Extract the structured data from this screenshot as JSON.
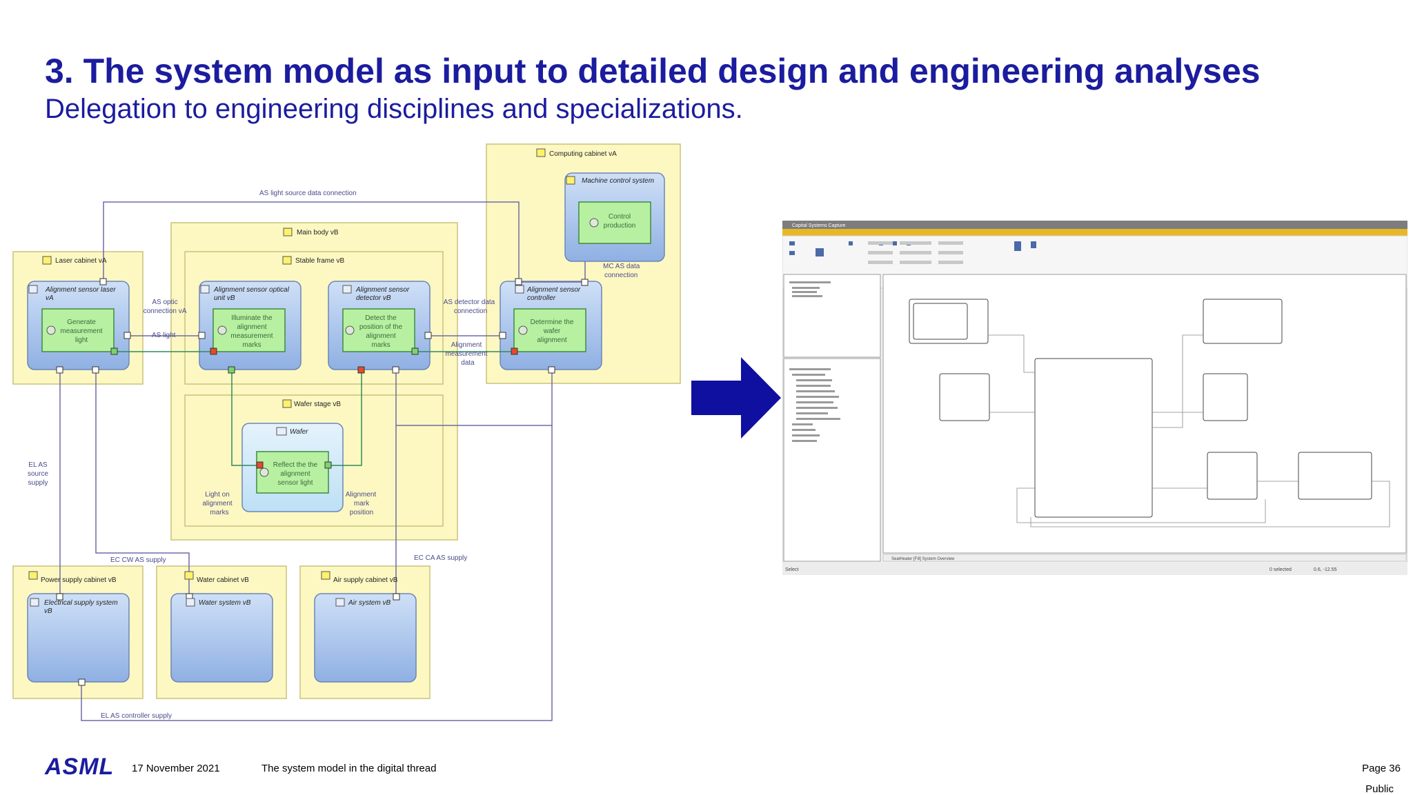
{
  "slide": {
    "title": "3. The system model as input to detailed design and engineering analyses",
    "subtitle": "Delegation to engineering disciplines and specializations."
  },
  "diagram": {
    "labels": {
      "as_light_source_data_connection": "AS light source data connection",
      "computing_cabinet": "Computing cabinet vA",
      "machine_control_system": "Machine control system",
      "control_production_1": "Control",
      "control_production_2": "production",
      "mc_as_data_1": "MC AS data",
      "mc_as_data_2": "connection",
      "main_body": "Main body vB",
      "laser_cabinet": "Laser cabinet vA",
      "stable_frame": "Stable frame vB",
      "as_laser_1": "Alignment sensor laser",
      "as_laser_2": "vA",
      "generate_1": "Generate",
      "generate_2": "measurement",
      "generate_3": "light",
      "as_optic_conn_1": "AS optic",
      "as_optic_conn_2": "connection vA",
      "as_light": "AS light",
      "as_optical_1": "Alignment sensor optical",
      "as_optical_2": "unit vB",
      "illuminate_1": "Illuminate the",
      "illuminate_2": "alignment",
      "illuminate_3": "measurement",
      "illuminate_4": "marks",
      "as_detector_1": "Alignment sensor",
      "as_detector_2": "detector vB",
      "detect_1": "Detect the",
      "detect_2": "position of the",
      "detect_3": "alignment",
      "detect_4": "marks",
      "as_det_data_1": "AS detector data",
      "as_det_data_2": "connection",
      "as_controller_1": "Alignment sensor",
      "as_controller_2": "controller",
      "determine_1": "Determine the",
      "determine_2": "wafer",
      "determine_3": "alignment",
      "align_meas_1": "Alignment",
      "align_meas_2": "measurement",
      "align_meas_3": "data",
      "wafer_stage": "Wafer stage vB",
      "wafer": "Wafer",
      "reflect_1": "Reflect the the",
      "reflect_2": "alignment",
      "reflect_3": "sensor light",
      "light_on_1": "Light on",
      "light_on_2": "alignment",
      "light_on_3": "marks",
      "align_mark_1": "Alignment",
      "align_mark_2": "mark",
      "align_mark_3": "position",
      "el_as_1": "EL AS",
      "el_as_2": "source",
      "el_as_3": "supply",
      "ec_cw": "EC CW AS supply",
      "ec_ca": "EC CA AS supply",
      "power_cabinet": "Power supply cabinet vB",
      "electrical_1": "Electrical supply system",
      "electrical_2": "vB",
      "water_cabinet": "Water cabinet vB",
      "water_system": "Water system vB",
      "air_cabinet": "Air supply cabinet vB",
      "air_system": "Air system vB",
      "el_controller": "EL AS controller supply"
    }
  },
  "screenshot_app": {
    "window_title": "Capital Systems Capture",
    "status_left": "Select",
    "status_selected": "0 selected",
    "status_coords": "0.6, -12.55",
    "tab_label": "SeatHeater [Fill] System Overview"
  },
  "footer": {
    "logo": "ASML",
    "date": "17 November 2021",
    "doc_title": "The system model in the digital thread",
    "page": "Page 36",
    "classification": "Public"
  },
  "colors": {
    "title": "#1b1c9e",
    "arrow": "#0f0fa0",
    "cabinet_fill": "#fdf8c2",
    "block_fill": "#a8c3ec",
    "function_fill": "#b8f0a2"
  }
}
